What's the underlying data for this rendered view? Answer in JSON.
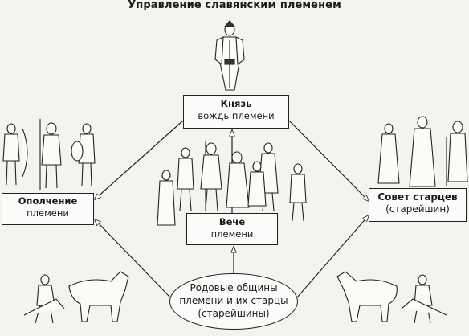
{
  "title": "Управление славянским племенем",
  "nodes": {
    "kniaz": {
      "bold": "Князь",
      "sub": "вождь племени"
    },
    "veche": {
      "bold": "Вече",
      "sub": "племени"
    },
    "opolchenie": {
      "bold": "Ополчение",
      "sub": "племени"
    },
    "sovet": {
      "bold": "Совет старцев",
      "sub": "(старейшин)"
    },
    "obshchiny": {
      "line1": "Родовые общины",
      "line2": "племени и их старцы",
      "line3": "(старейшины)"
    }
  },
  "edges": [
    [
      "obshchiny",
      "veche"
    ],
    [
      "veche",
      "kniaz"
    ],
    [
      "kniaz",
      "opolchenie"
    ],
    [
      "kniaz",
      "sovet"
    ],
    [
      "obshchiny",
      "opolchenie"
    ],
    [
      "obshchiny",
      "sovet"
    ]
  ]
}
